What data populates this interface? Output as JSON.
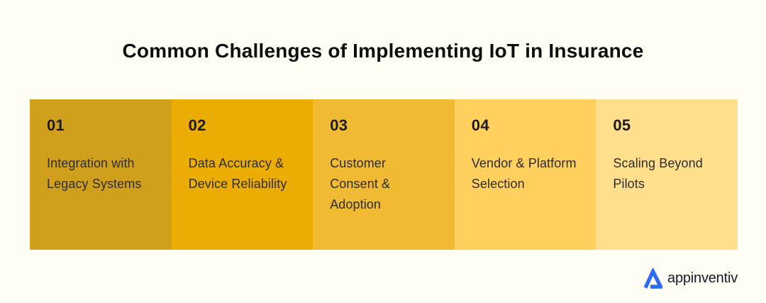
{
  "title": "Common Challenges of Implementing IoT in Insurance",
  "cards": [
    {
      "number": "01",
      "label": "Integration with\nLegacy Systems",
      "color": "#D0A01D"
    },
    {
      "number": "02",
      "label": "Data Accuracy &\nDevice Reliability",
      "color": "#EBAC04"
    },
    {
      "number": "03",
      "label": "Customer\nConsent &\nAdoption",
      "color": "#F0BA33"
    },
    {
      "number": "04",
      "label": "Vendor & Platform\nSelection",
      "color": "#FFD05E"
    },
    {
      "number": "05",
      "label": "Scaling Beyond\nPilots",
      "color": "#FFDE8C"
    }
  ],
  "logo": {
    "brand": "appinventiv",
    "icon": "appinventiv-triangle-icon",
    "accent_color": "#2E6BF3",
    "text_color": "#121C26"
  },
  "colors": {
    "background": "#FFFDF4",
    "title_text": "#0E0E0E",
    "card_text": "#2D2D2D"
  }
}
